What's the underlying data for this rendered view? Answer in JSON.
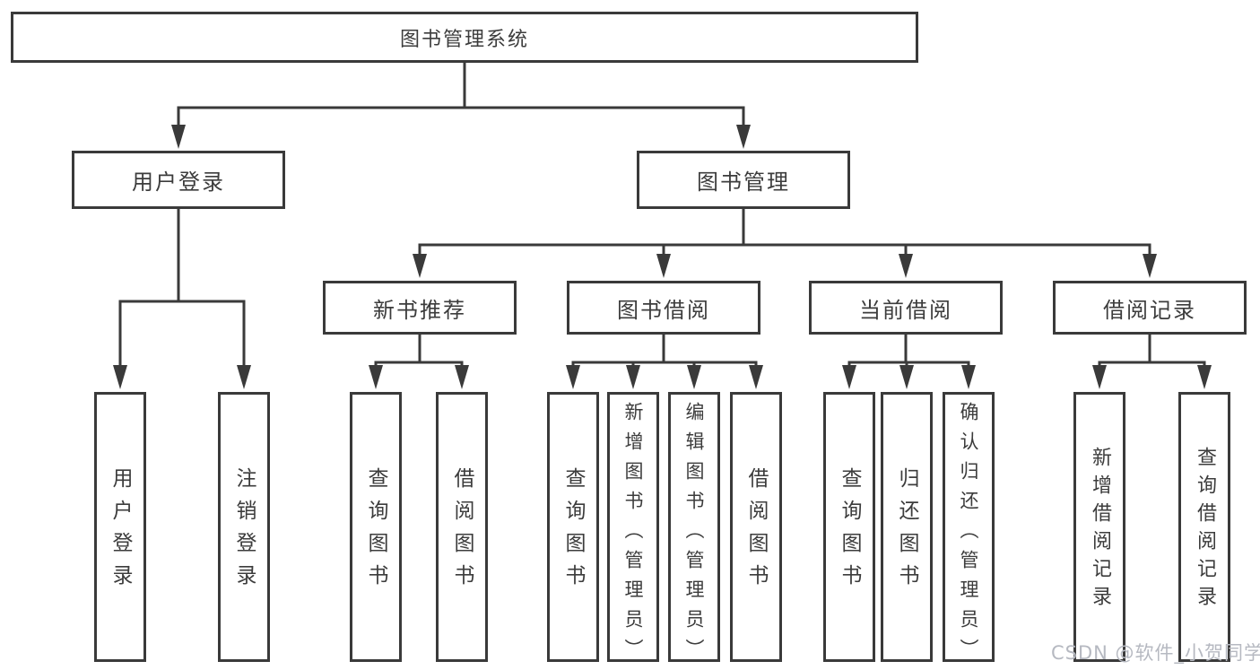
{
  "tree": {
    "root": {
      "label": "图书管理系统",
      "children": [
        {
          "label": "用户登录",
          "children": [
            {
              "label": "用户登录"
            },
            {
              "label": "注销登录"
            }
          ]
        },
        {
          "label": "图书管理",
          "children": [
            {
              "label": "新书推荐",
              "children": [
                {
                  "label": "查询图书"
                },
                {
                  "label": "借阅图书"
                }
              ]
            },
            {
              "label": "图书借阅",
              "children": [
                {
                  "label": "查询图书"
                },
                {
                  "label": "新增图书（管理员）"
                },
                {
                  "label": "编辑图书（管理员）"
                },
                {
                  "label": "借阅图书"
                }
              ]
            },
            {
              "label": "当前借阅",
              "children": [
                {
                  "label": "查询图书"
                },
                {
                  "label": "归还图书"
                },
                {
                  "label": "确认归还（管理员）"
                }
              ]
            },
            {
              "label": "借阅记录",
              "children": [
                {
                  "label": "新增借阅记录"
                },
                {
                  "label": "查询借阅记录"
                }
              ]
            }
          ]
        }
      ]
    }
  },
  "watermark": {
    "text": "CSDN @软件_小贺同学"
  },
  "colors": {
    "line": "#3a3a3a",
    "text": "#3c3c3c",
    "background": "#ffffff",
    "watermark": "#b6b9c1"
  }
}
